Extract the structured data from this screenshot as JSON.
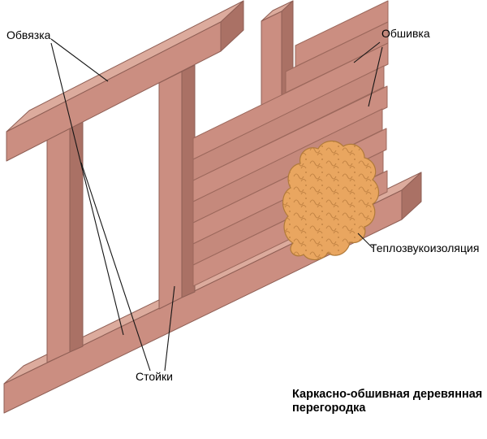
{
  "diagram_title": {
    "line1": "Каркасно-обшивная деревянная",
    "line2": "перегородка"
  },
  "labels": {
    "framing": "Обвязка",
    "studs": "Стойки",
    "sheathing": "Обшивка",
    "insulation": "Теплозвукоизоляция"
  },
  "colors": {
    "background": "#ffffff",
    "wood_front": "#cb8e81",
    "wood_front_alt": "#c5897c",
    "wood_top": "#dcab9d",
    "wood_side": "#aa7165",
    "insulation_fill": "#e9a660",
    "insulation_texture": "#c08142",
    "leader_line": "#151515",
    "text": "#000000"
  }
}
